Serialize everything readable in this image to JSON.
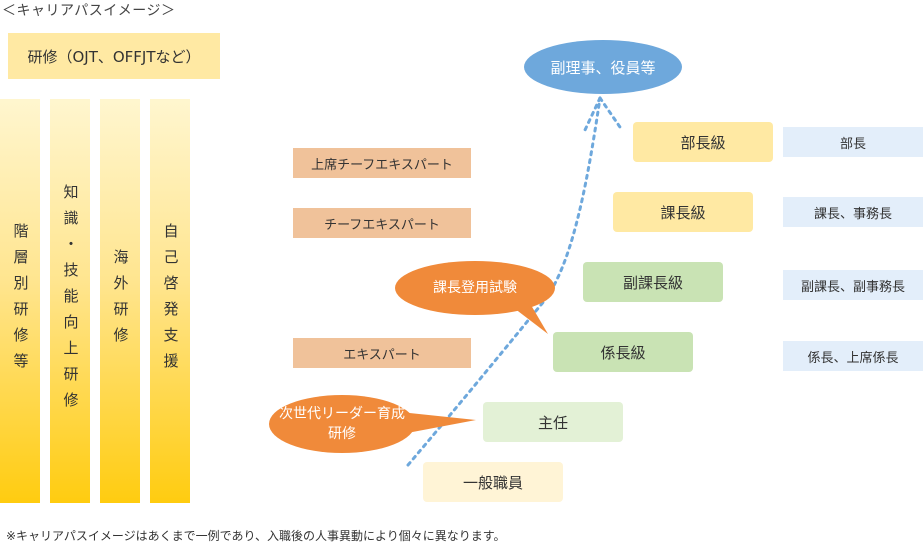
{
  "heading": "＜キャリアパスイメージ＞",
  "training_header": "研修（OJT、OFFJTなど）",
  "training_columns": [
    "階層別研修等",
    "知識・技能向上研修",
    "海外研修",
    "自己啓発支援"
  ],
  "expert_tracks": [
    "上席チーフエキスパート",
    "チーフエキスパート",
    "エキスパート"
  ],
  "levels": [
    "部長級",
    "課長級",
    "副課長級",
    "係長級",
    "主任",
    "一般職員"
  ],
  "positions": [
    "部長",
    "課長、事務長",
    "副課長、副事務長",
    "係長、上席係長"
  ],
  "exec_label": "副理事、役員等",
  "callouts": {
    "manager_exam": "課長登用試験",
    "next_leader": "次世代リーダー育成研修"
  },
  "colors": {
    "level_orange": "#ffe9a3",
    "level_green": "#c9e3b4",
    "level_light_green": "#e3f1d6",
    "level_cream": "#fff4d6",
    "expert": "#f0c29a",
    "position": "#e3eefa",
    "exec": "#6ea8dc",
    "callout": "#f08a3a",
    "dotted_arrow": "#6ea8dc"
  },
  "footnote": "※キャリアパスイメージはあくまで一例であり、入職後の人事異動により個々に異なります。"
}
